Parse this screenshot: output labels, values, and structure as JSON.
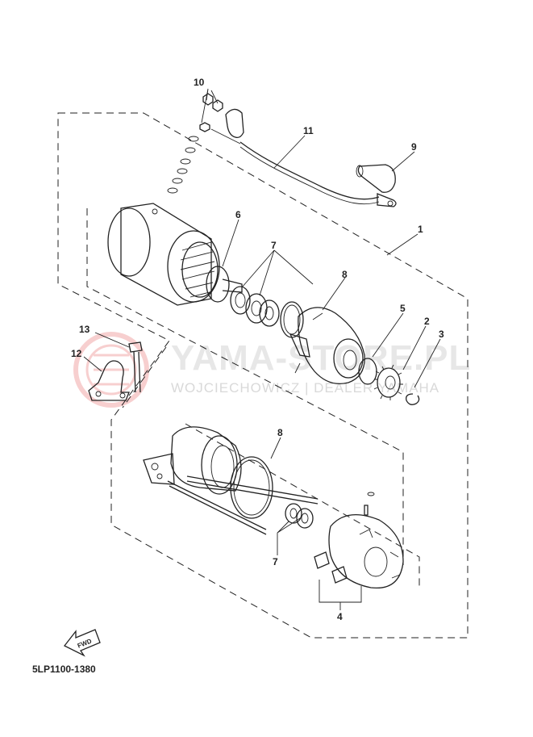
{
  "watermark": {
    "brand": "YAMA-STORE.PL",
    "dealer": "WOJCIECHOWICZ | DEALER YAMAHA"
  },
  "callouts": [
    {
      "id": "1",
      "label": "1"
    },
    {
      "id": "2",
      "label": "2"
    },
    {
      "id": "3",
      "label": "3"
    },
    {
      "id": "4",
      "label": "4"
    },
    {
      "id": "5",
      "label": "5"
    },
    {
      "id": "6",
      "label": "6"
    },
    {
      "id": "7a",
      "label": "7"
    },
    {
      "id": "7b",
      "label": "7"
    },
    {
      "id": "8a",
      "label": "8"
    },
    {
      "id": "8b",
      "label": "8"
    },
    {
      "id": "9",
      "label": "9"
    },
    {
      "id": "10",
      "label": "10"
    },
    {
      "id": "11",
      "label": "11"
    },
    {
      "id": "12",
      "label": "12"
    },
    {
      "id": "13",
      "label": "13"
    }
  ],
  "fwd_label": "FWD",
  "diagram_code": "5LP1100-1380",
  "colors": {
    "line": "#222222",
    "watermark": "#e7e7e7",
    "watermark_logo": "#f4b8b8"
  }
}
